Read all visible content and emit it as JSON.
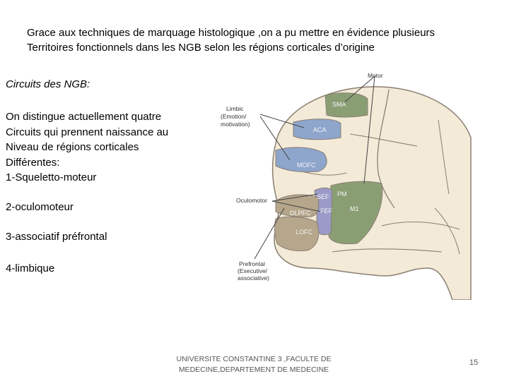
{
  "intro": {
    "line1": "Grace aux techniques de marquage histologique ,on a pu  mettre en évidence plusieurs",
    "line2": "Territoires fonctionnels dans les NGB selon les régions corticales d’origine"
  },
  "heading": "Circuits des NGB:",
  "description": [
    "On distingue actuellement  quatre",
    "Circuits qui prennent naissance au",
    "Niveau de régions corticales",
    "Différentes:",
    "1-Squeletto-moteur"
  ],
  "items": [
    "2-oculomoteur",
    "3-associatif préfrontal",
    "4-limbique"
  ],
  "figure": {
    "circuit_labels": {
      "motor": "Motor",
      "limbic_title": "Limbic",
      "limbic_sub1": "(Emotion/",
      "limbic_sub2": "motivation)",
      "oculomotor": "Oculomotor",
      "prefrontal_title": "Prefrontal",
      "prefrontal_sub1": "(Executive/",
      "prefrontal_sub2": "associative)"
    },
    "regions": {
      "sma": "SMA",
      "aca": "ACA",
      "mofc": "MOFC",
      "sef": "SEF",
      "pm": "PM",
      "dlpfc": "DLPFC",
      "fef": "FEF",
      "m1": "M1",
      "lofc": "LOFC"
    },
    "colors": {
      "motor_green": "#8a9e74",
      "limbic_blue": "#8ea5cc",
      "oculomotor_purple": "#9b9ac8",
      "prefrontal_tan": "#b5a68c",
      "brain_fill": "#f3ead8",
      "outline": "#8a7f72"
    }
  },
  "footer": {
    "line1": "UNIVERSITE CONSTANTINE 3 ,FACULTE DE",
    "line2": "MEDECINE,DEPARTEMENT DE MEDECINE"
  },
  "page_number": "15"
}
